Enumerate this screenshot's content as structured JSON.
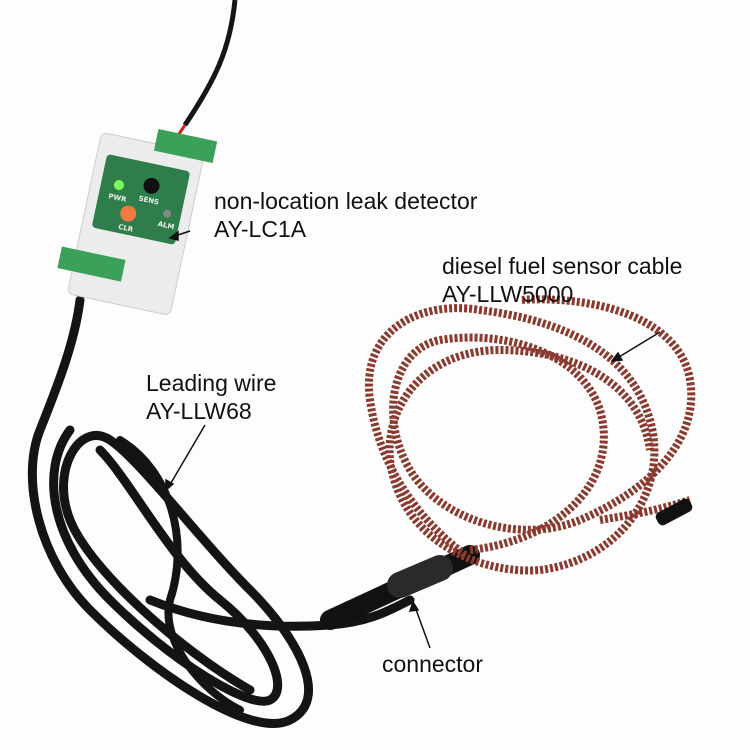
{
  "annotations": {
    "detector": {
      "name": "non-location leak detector",
      "model": "AY-LC1A"
    },
    "sensor_cable": {
      "name": "diesel fuel sensor cable",
      "model": "AY-LLW5000"
    },
    "leading_wire": {
      "name": "Leading wire",
      "model": "AY-LLW68"
    },
    "connector": {
      "name": "connector"
    }
  },
  "device_panel_labels": [
    "PWR",
    "SENS",
    "ALM",
    "CLR"
  ],
  "colors": {
    "device_panel": "#2f7d4a",
    "terminal": "#3aa05a",
    "sensor_cable": "#8a3a2e",
    "lead_wire": "#111111",
    "clr_button": "#f07a40",
    "pwr_led": "#7cff5a"
  }
}
